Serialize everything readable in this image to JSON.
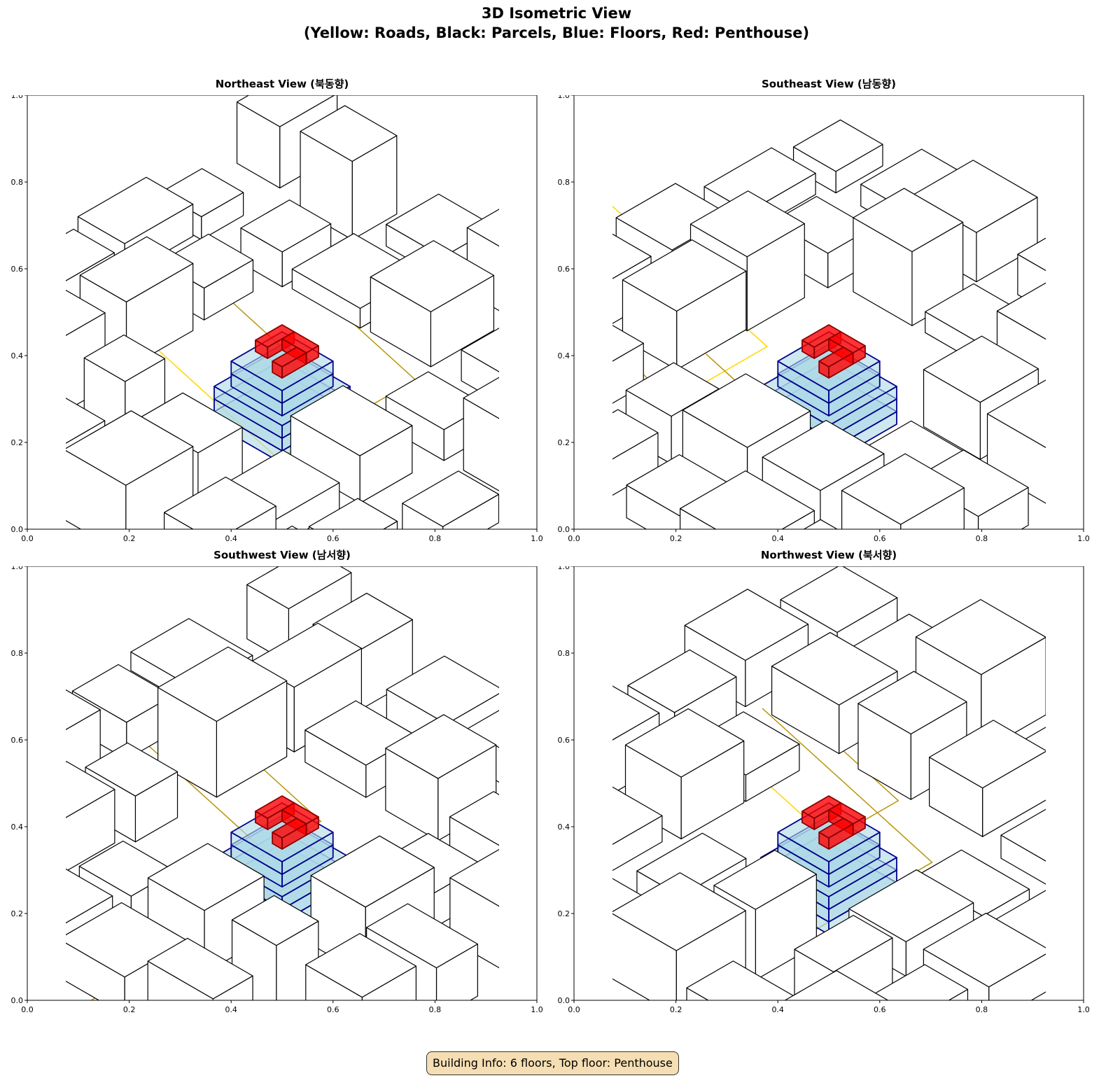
{
  "figure": {
    "title_line1": "3D Isometric View",
    "title_line2": "(Yellow: Roads, Black: Parcels, Blue: Floors, Red: Penthouse)",
    "info": "Building Info: 6 floors, Top floor: Penthouse"
  },
  "chart_data": {
    "type": "diagram",
    "tick_labels": [
      "0.0",
      "0.2",
      "0.4",
      "0.6",
      "0.8",
      "1.0"
    ],
    "xlim": [
      0,
      1
    ],
    "ylim": [
      0,
      1
    ],
    "colors": {
      "roads": "#ffd700",
      "parcels": "#000000",
      "floors": "#add8e6",
      "floor_edges": "#00008b",
      "penthouse": "#ff0000"
    },
    "floors": 6,
    "panels": [
      {
        "title": "Northeast View (북동향)"
      },
      {
        "title": "Southeast View (남동향)"
      },
      {
        "title": "Southwest View (남서향)"
      },
      {
        "title": "Northwest View (북서향)"
      }
    ]
  }
}
